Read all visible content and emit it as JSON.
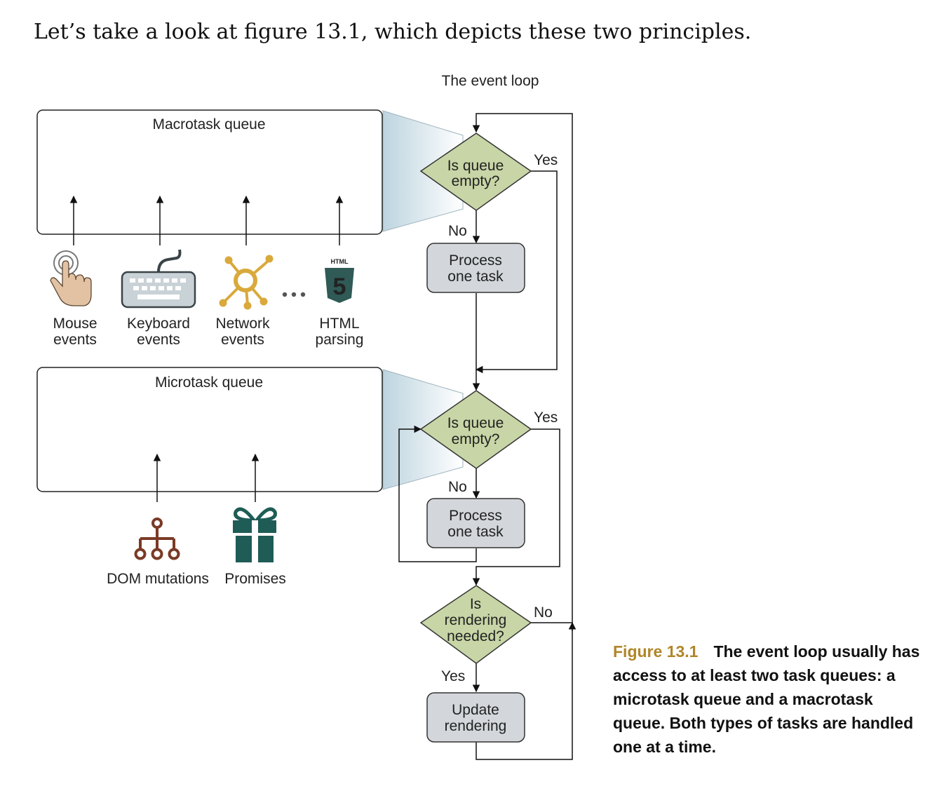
{
  "intro_text": "Let’s take a look at figure 13.1, which depicts these two principles.",
  "diagram": {
    "title": "The event loop",
    "macrotask_queue": {
      "label": "Macrotask queue",
      "sources": [
        {
          "line1": "Mouse",
          "line2": "events",
          "icon": "pointing-hand-icon"
        },
        {
          "line1": "Keyboard",
          "line2": "events",
          "icon": "keyboard-icon"
        },
        {
          "line1": "Network",
          "line2": "events",
          "icon": "network-hub-icon"
        },
        {
          "line1": "HTML",
          "line2": "parsing",
          "icon": "html5-logo-icon"
        }
      ],
      "html5_badge": "HTML",
      "html5_number": "5"
    },
    "microtask_queue": {
      "label": "Microtask queue",
      "sources": [
        {
          "label": "DOM mutations",
          "icon": "dom-tree-icon"
        },
        {
          "label": "Promises",
          "icon": "gift-box-icon"
        }
      ]
    },
    "flow": {
      "decision1": [
        "Is queue",
        "empty?"
      ],
      "decision2": [
        "Is queue",
        "empty?"
      ],
      "decision3": [
        "Is",
        "rendering",
        "needed?"
      ],
      "process1": [
        "Process",
        "one task"
      ],
      "process2": [
        "Process",
        "one task"
      ],
      "process3": [
        "Update",
        "rendering"
      ],
      "yes": "Yes",
      "no": "No"
    },
    "colors": {
      "decision_fill": "#c8d5a6",
      "process_fill": "#d3d7db",
      "projection": "#c5d8e2",
      "hand": "#e2c2a2",
      "keyboard": "#c9d2d6",
      "network": "#d9a93c",
      "html5": "#2f5a56",
      "dom": "#7a3a26",
      "gift": "#1f5c56",
      "caption_accent": "#b0862a"
    }
  },
  "caption": {
    "figure_label": "Figure 13.1",
    "text": "The event loop usually has access to at least two task queues: a microtask queue and a macrotask queue. Both types of tasks are handled one at a time."
  }
}
